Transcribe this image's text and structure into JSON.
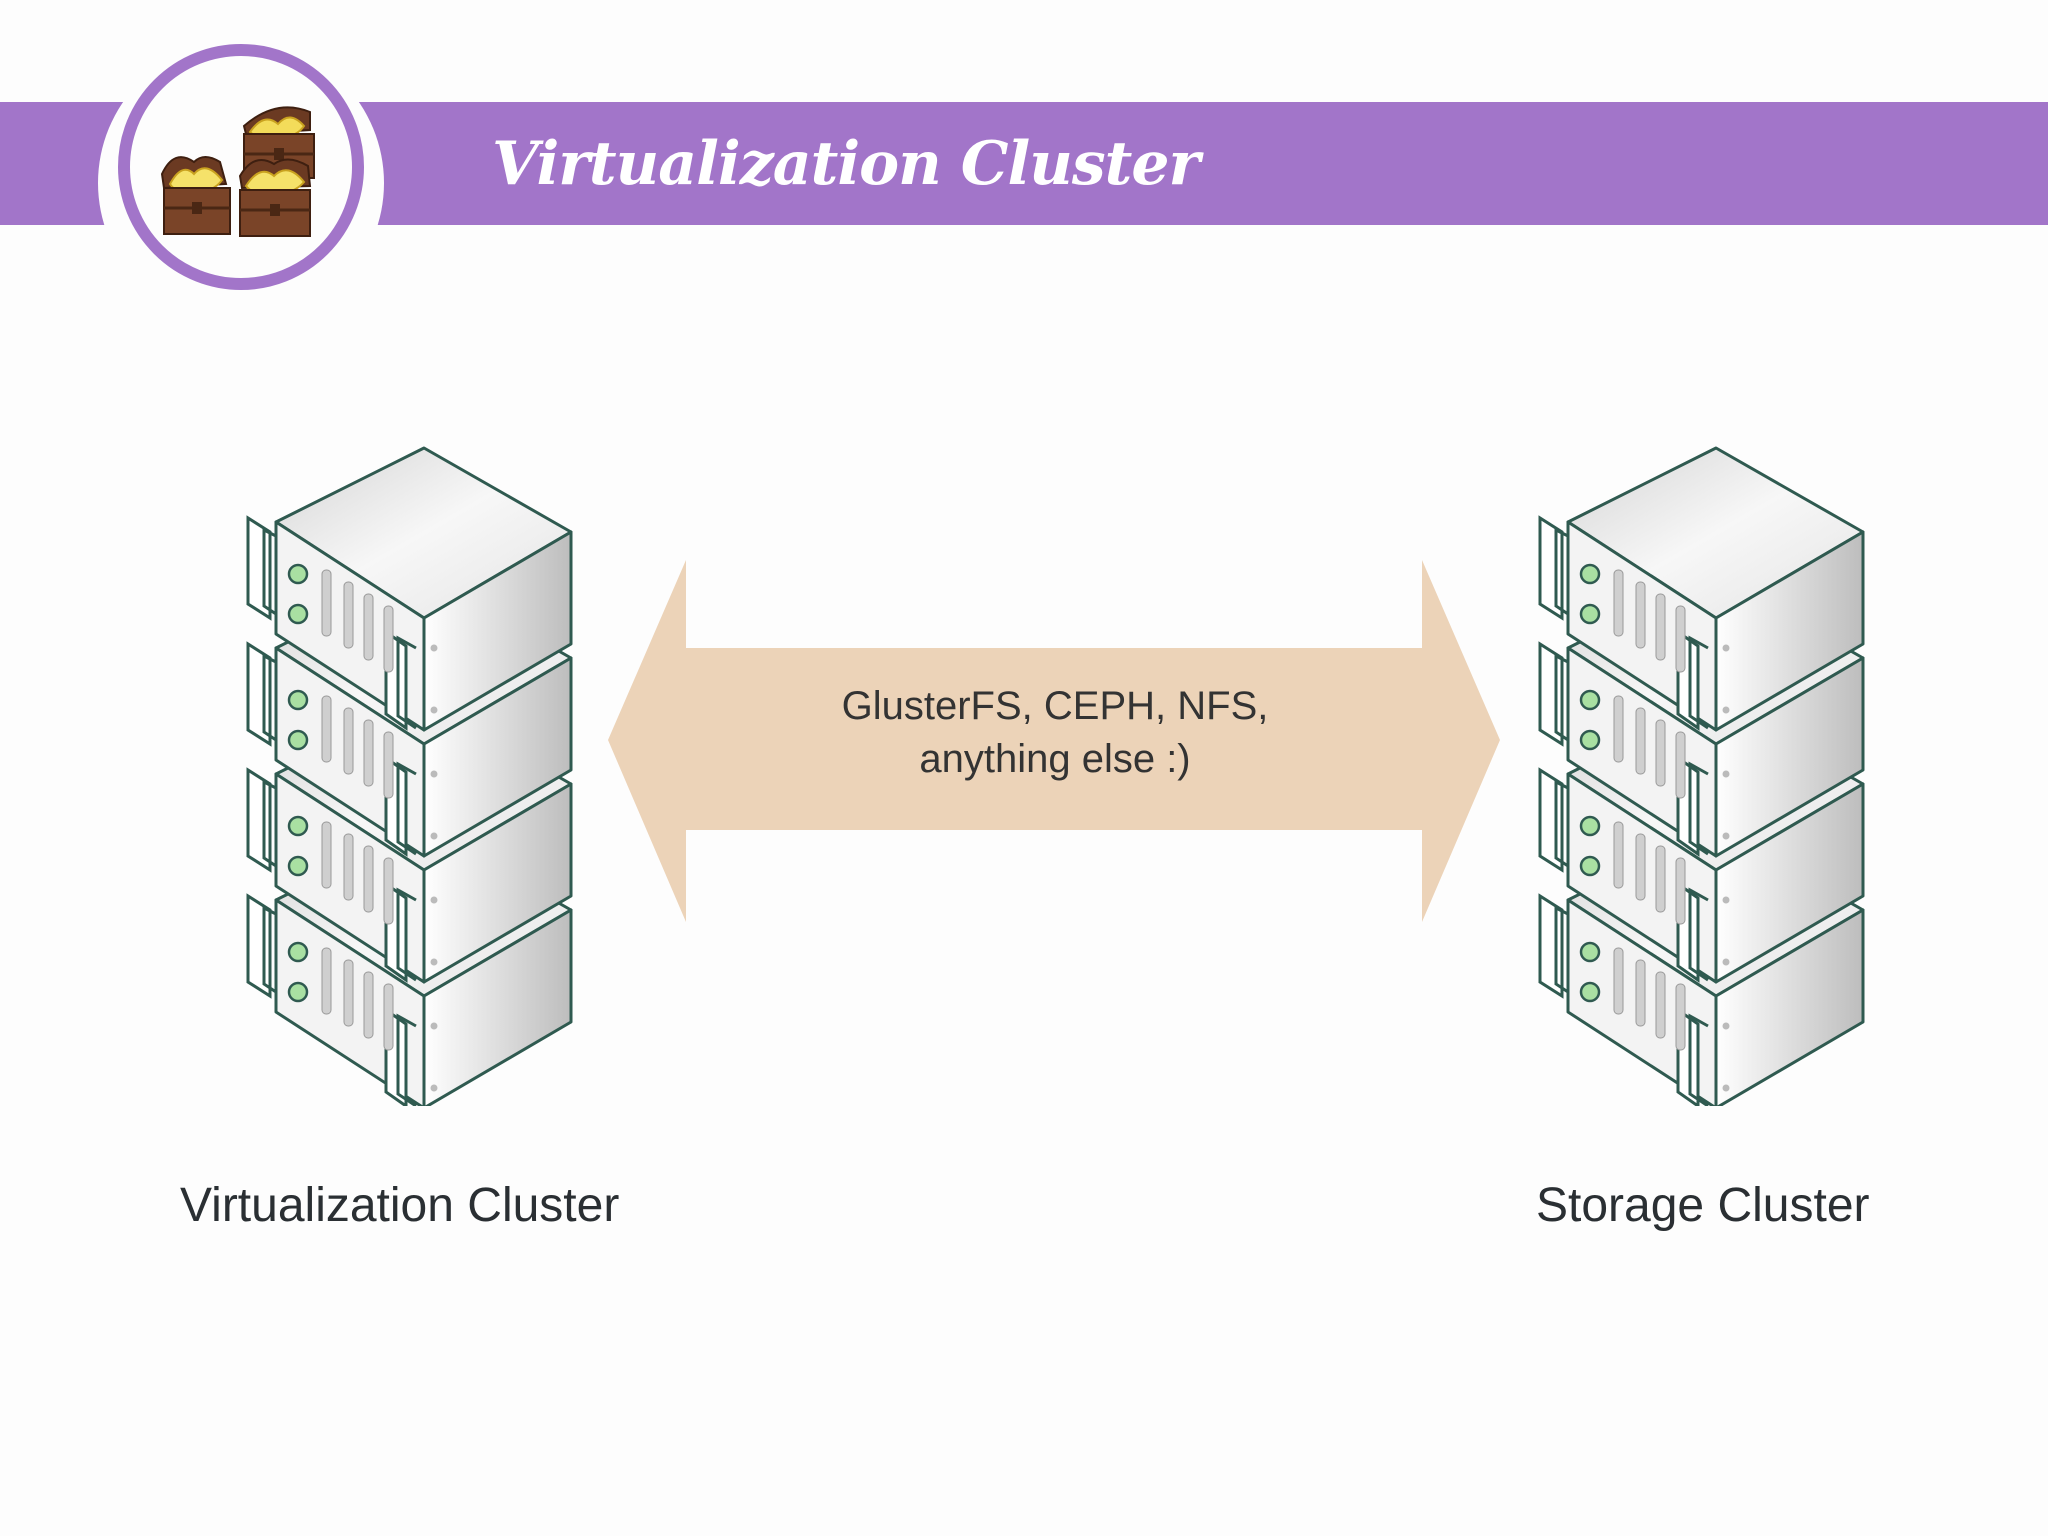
{
  "header": {
    "title": "Virtualization Cluster",
    "band_color": "#a275c9",
    "logo_icon": "treasure-chests-icon"
  },
  "diagram": {
    "arrow": {
      "type": "double-headed",
      "color": "#ecd3b8",
      "label_lines": [
        "GlusterFS, CEPH, NFS,",
        "anything else :)"
      ]
    },
    "left_node": {
      "label": "Virtualization Cluster",
      "icon": "server-rack-icon",
      "server_count": 4
    },
    "right_node": {
      "label": "Storage Cluster",
      "icon": "server-rack-icon",
      "server_count": 4
    }
  }
}
